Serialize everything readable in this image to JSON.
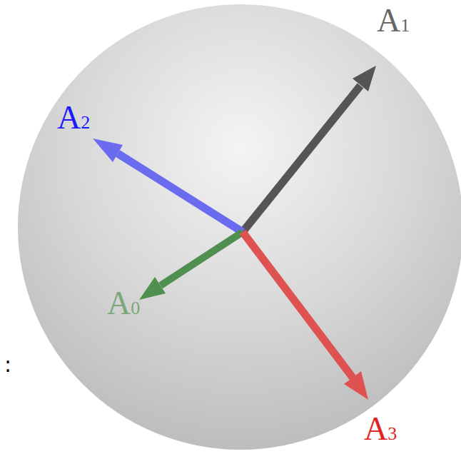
{
  "diagram": {
    "labels": [
      "A1",
      "A2",
      "A0",
      "A3",
      ":"
    ]
  }
}
